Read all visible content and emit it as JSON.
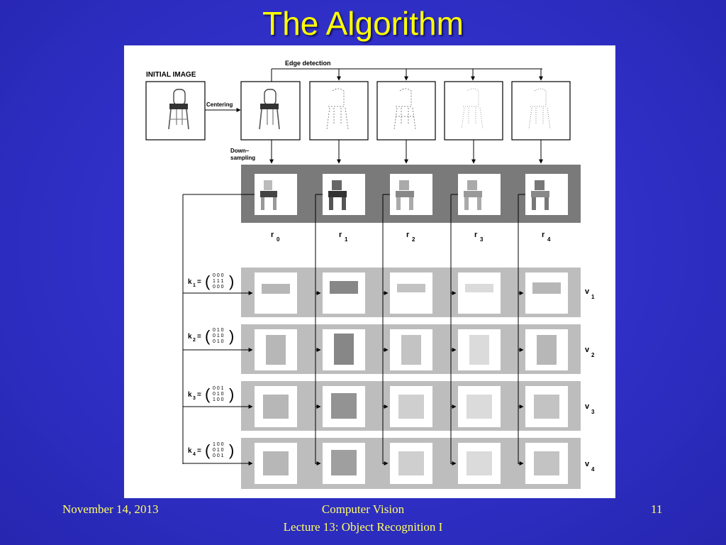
{
  "slide": {
    "title": "The Algorithm"
  },
  "figure": {
    "initial_image_label": "INITIAL IMAGE",
    "edge_detection_label": "Edge detection",
    "centering_label": "Centering",
    "downsampling_label_line1": "Down–",
    "downsampling_label_line2": "sampling",
    "r_labels": [
      {
        "main": "r",
        "sub": "0"
      },
      {
        "main": "r",
        "sub": "1"
      },
      {
        "main": "r",
        "sub": "2"
      },
      {
        "main": "r",
        "sub": "3"
      },
      {
        "main": "r",
        "sub": "4"
      }
    ],
    "v_labels": [
      {
        "main": "v",
        "sub": "1"
      },
      {
        "main": "v",
        "sub": "2"
      },
      {
        "main": "v",
        "sub": "3"
      },
      {
        "main": "v",
        "sub": "4"
      }
    ],
    "kernels": [
      {
        "main": "k",
        "sub": "1",
        "eq": "=",
        "rows": [
          "0 0 0",
          "1 1 1",
          "0 0 0"
        ]
      },
      {
        "main": "k",
        "sub": "2",
        "eq": "=",
        "rows": [
          "0 1 0",
          "0 1 0",
          "0 1 0"
        ]
      },
      {
        "main": "k",
        "sub": "3",
        "eq": "=",
        "rows": [
          "0 0 1",
          "0 1 0",
          "1 0 0"
        ]
      },
      {
        "main": "k",
        "sub": "4",
        "eq": "=",
        "rows": [
          "1 0 0",
          "0 1 0",
          "0 0 1"
        ]
      }
    ],
    "colors": {
      "dark_band": "#7a7a7a",
      "light_band": "#bdbdbd",
      "tile": "#ffffff",
      "line": "#000000"
    }
  },
  "footer": {
    "date": "November 14, 2013",
    "course": "Computer Vision",
    "lecture": "Lecture 13: Object Recognition I",
    "page": "11"
  }
}
